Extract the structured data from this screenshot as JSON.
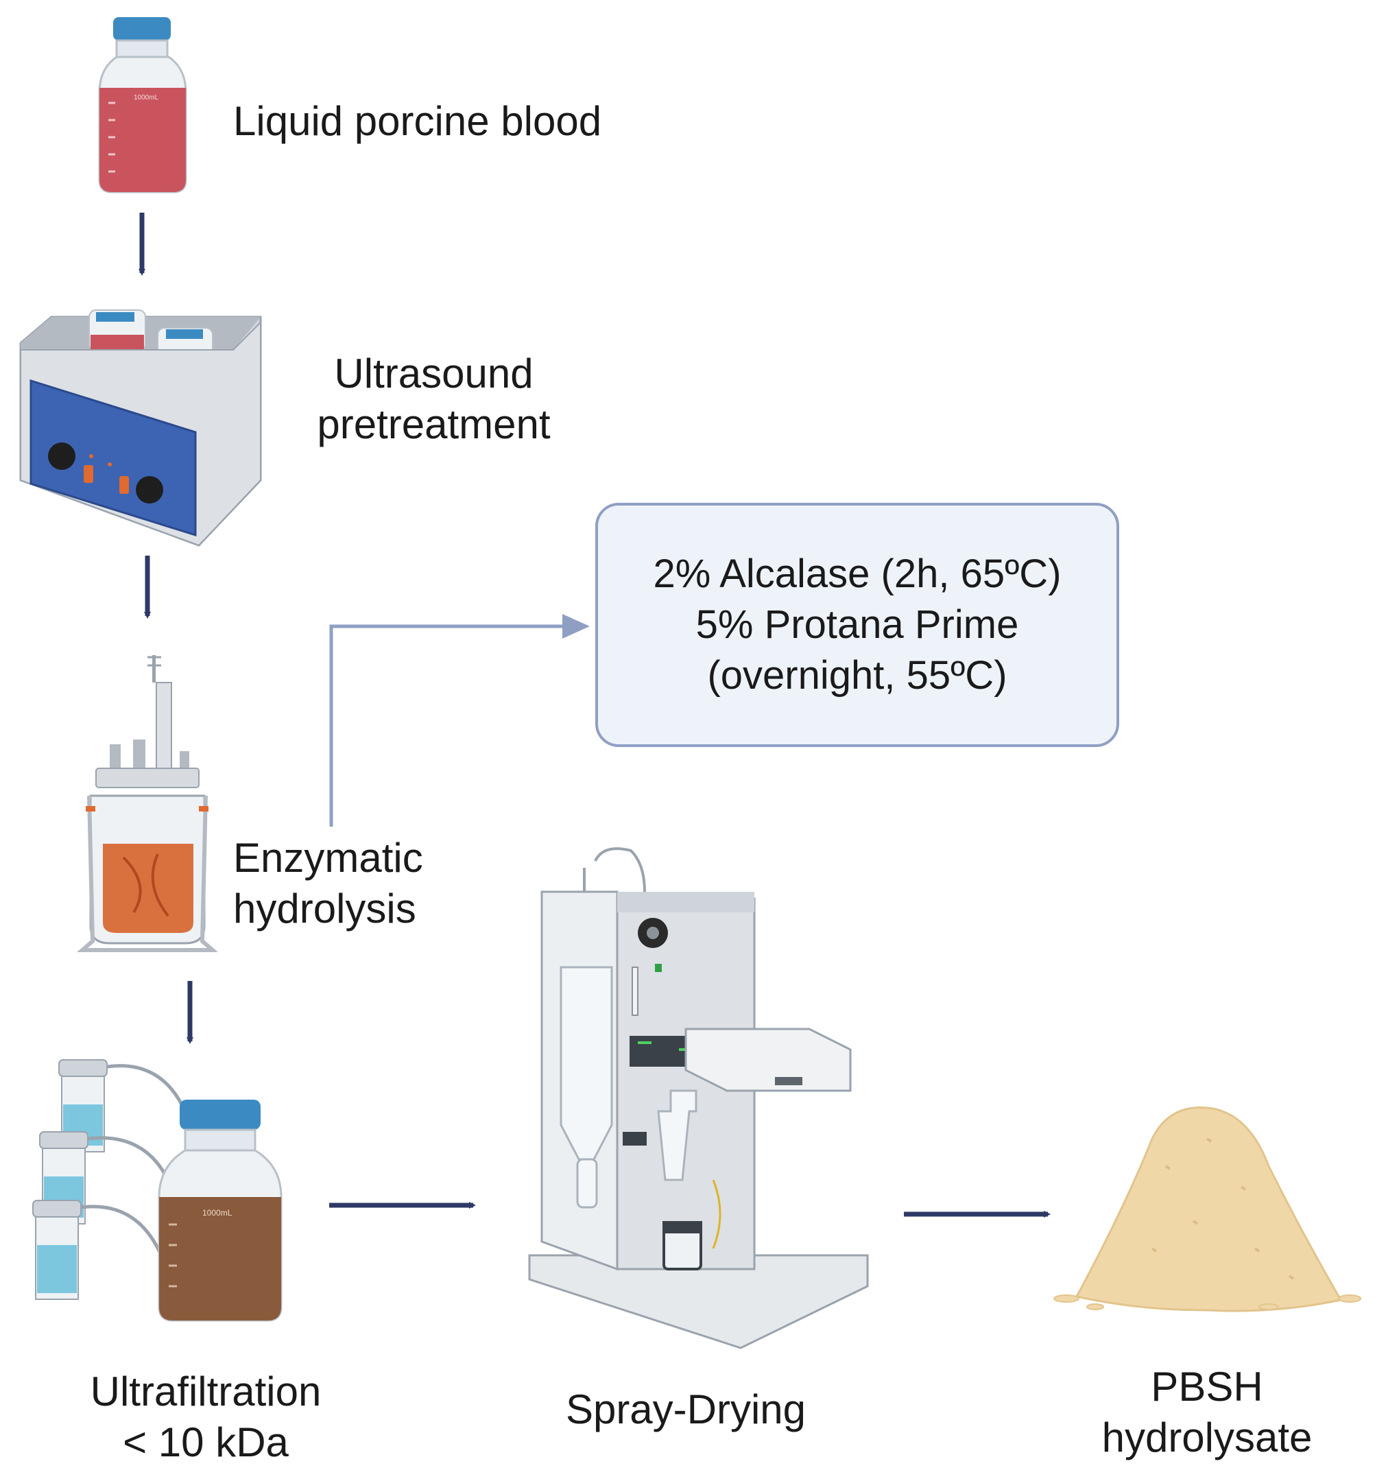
{
  "steps": {
    "blood": {
      "label": "Liquid porcine blood",
      "bottle_marking": "1000mL"
    },
    "ultrasound": {
      "line1": "Ultrasound",
      "line2": "pretreatment"
    },
    "enzymatic": {
      "line1": "Enzymatic",
      "line2": "hydrolysis"
    },
    "ultrafiltration": {
      "line1": "Ultrafiltration",
      "line2": "< 10 kDa",
      "bottle_marking": "1000mL"
    },
    "spray_drying": {
      "label": "Spray-Drying"
    },
    "product": {
      "line1": "PBSH",
      "line2": "hydrolysate"
    }
  },
  "conditions_box": {
    "line1": "2% Alcalase (2h, 65ºC)",
    "line2": "5% Protana Prime",
    "line3": "(overnight, 55ºC)"
  },
  "colors": {
    "arrow": "#2d3a66",
    "connector": "#8f9fc4",
    "box_border": "#8f9fc4",
    "box_fill": "#eef3fa",
    "blood": "#c9545e",
    "bath_panel": "#3d63b3",
    "hydrolysate": "#d9713f",
    "filtrate": "#8a5a3c",
    "powder": "#f0d7a8"
  }
}
